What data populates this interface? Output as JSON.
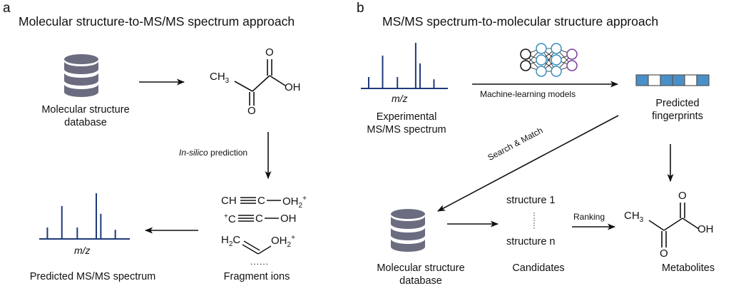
{
  "panel_a": {
    "letter": "a",
    "title": "Molecular structure-to-MS/MS spectrum approach",
    "database_label_line1": "Molecular structure",
    "database_label_line2": "database",
    "step_label_italic": "In-silico",
    "step_label_rest": " prediction",
    "molecule": {
      "ch3": "CH",
      "ch3_sub": "3",
      "oh": "OH",
      "o_top": "O",
      "o_bottom": "O"
    },
    "fragments": {
      "f1_a": "CH",
      "f1_b": "C",
      "f1_c": "OH",
      "f1_sub": "2",
      "f1_sup": "+",
      "f2_sup": "+",
      "f2_a": "C",
      "f2_b": "C",
      "f2_c": "OH",
      "f3_a": "H",
      "f3_sub1": "2",
      "f3_b": "C",
      "f3_c": "OH",
      "f3_sub2": "2",
      "f3_sup": "+",
      "ellipsis": "......"
    },
    "fragments_label": "Fragment ions",
    "spectrum_axis": "m/z",
    "spectrum_label": "Predicted MS/MS spectrum",
    "spectrum_peaks_relative": [
      0.25,
      0.72,
      0.25,
      1.0,
      0.55,
      0.2
    ]
  },
  "panel_b": {
    "letter": "b",
    "title": "MS/MS spectrum-to-molecular structure approach",
    "spectrum_axis": "m/z",
    "spectrum_label_line1": "Experimental",
    "spectrum_label_line2": "MS/MS spectrum",
    "spectrum_peaks_relative": [
      0.25,
      0.72,
      0.25,
      1.0,
      0.55,
      0.2
    ],
    "ml_label": "Machine-learning models",
    "nn_layers": [
      2,
      3,
      3,
      2
    ],
    "nn_colors": [
      "#111111",
      "#3a8fbf",
      "#3a8fbf",
      "#7b3f9e"
    ],
    "fingerprint_bits": [
      1,
      0,
      1,
      1,
      0,
      1
    ],
    "fingerprint_color": "#4a90c8",
    "fingerprint_label_line1": "Predicted",
    "fingerprint_label_line2": "fingerprints",
    "search_label": "Search & Match",
    "database_label_line1": "Molecular structure",
    "database_label_line2": "database",
    "candidate_first": "structure 1",
    "candidate_last": "structure n",
    "candidates_label": "Candidates",
    "ranking_label": "Ranking",
    "molecule": {
      "ch3": "CH",
      "ch3_sub": "3",
      "oh": "OH",
      "o_top": "O",
      "o_bottom": "O"
    },
    "metabolites_label": "Metabolites"
  },
  "colors": {
    "spectrum": "#1f3a78",
    "database": "#6b6c80",
    "arrow": "#111111"
  }
}
